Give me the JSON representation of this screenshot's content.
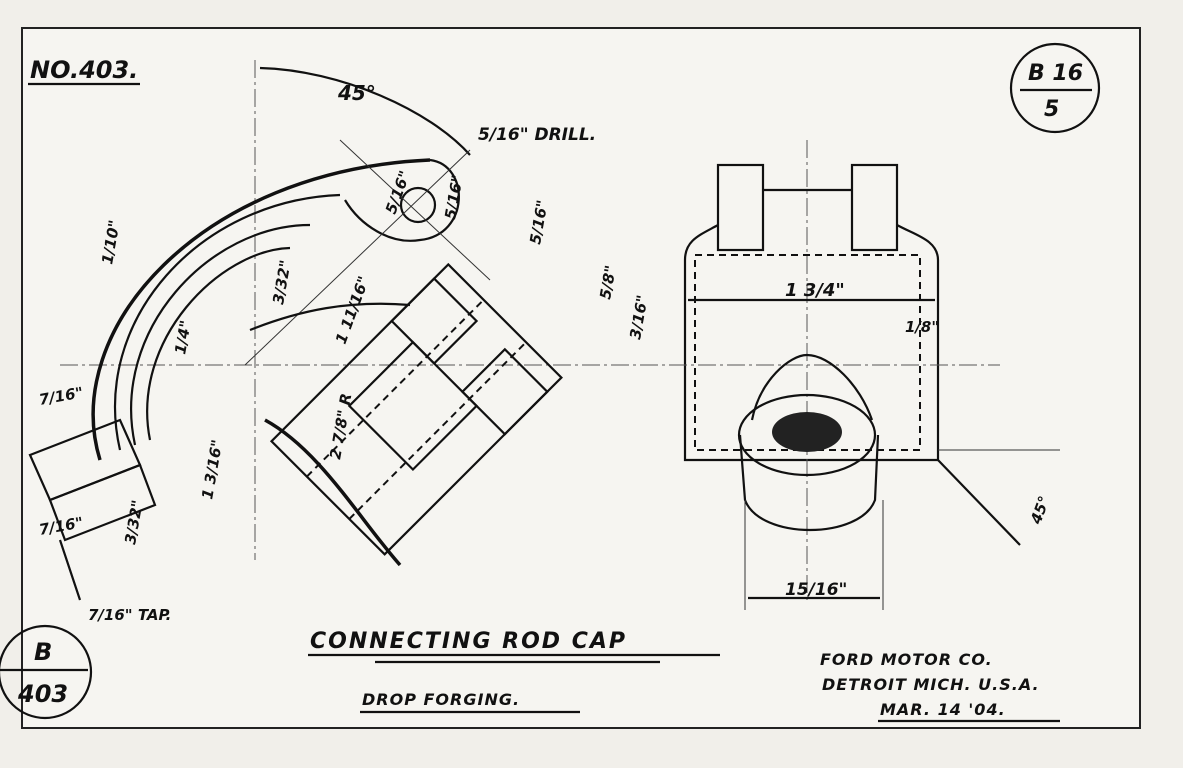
{
  "drawing": {
    "number": "NO.403.",
    "sheet_ref_top": {
      "top": "B 16",
      "bottom": "5"
    },
    "sheet_ref_bottom": {
      "top": "B",
      "bottom": "403"
    },
    "title": "CONNECTING ROD CAP",
    "subtitle": "DROP FORGING.",
    "company": {
      "line1": "FORD MOTOR CO.",
      "line2": "DETROIT MICH. U.S.A.",
      "date": "MAR. 14 '04."
    },
    "notes": {
      "drill": "5/16\" DRILL.",
      "tap": "7/16\" TAP."
    },
    "dimensions": {
      "angle_top": "45°",
      "angle_right": "45°",
      "radius": "2 7/8\" R",
      "length_1_11_16": "1 11/16\"",
      "width_1_3_4": "1 3/4\"",
      "eighth": "1/8\"",
      "bore_15_16": "15/16\"",
      "five_sixteenths_a": "5/16\"",
      "five_sixteenths_b": "5/16\"",
      "five_eighths": "5/8\"",
      "five_sixteenths_c": "5/16\"",
      "one_tenth": "1/10\"",
      "seven_sixteenths": "7/16\"",
      "one_three_sixteenths": "1 3/16\"",
      "three_thirtyseconds": "3/32\"",
      "one_quarter": "1/4\"",
      "seven_sixteenths_b": "7/16\"",
      "three_thirtyseconds_b": "3/32\"",
      "three_sixteenths": "3/16\""
    }
  }
}
